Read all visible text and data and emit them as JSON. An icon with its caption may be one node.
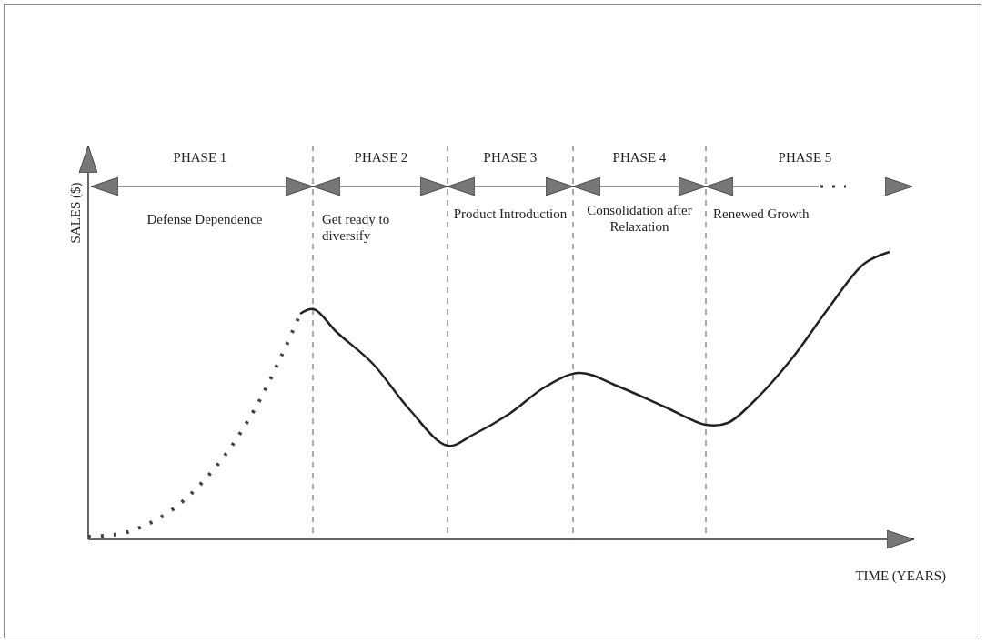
{
  "diagram": {
    "labels": [
      "SALES ($)",
      "PHASE 1",
      "Defense Dependence",
      "PHASE 2",
      "Get ready to diversify",
      "PHASE 3",
      "Product Introduction",
      "PHASE 4",
      "Consolidation after Relaxation",
      "PHASE 5",
      "Renewed Growth",
      "TIME (YEARS)"
    ]
  }
}
